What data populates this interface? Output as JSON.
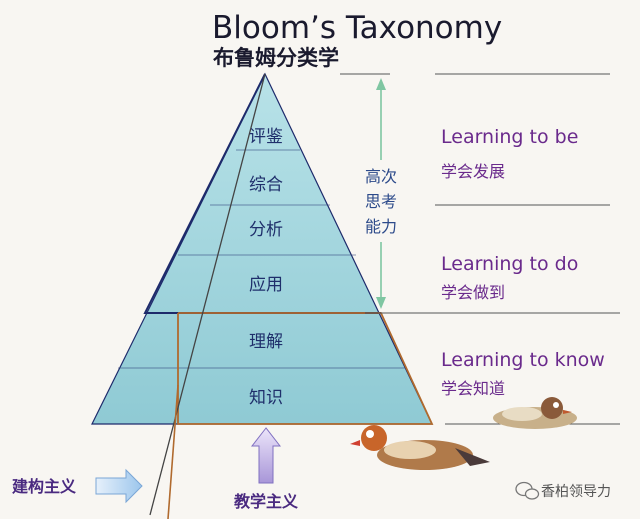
{
  "title": {
    "en": "Bloom’s Taxonomy",
    "zh": "布鲁姆分类学"
  },
  "levels_top_to_bottom": [
    "评鉴",
    "综合",
    "分析",
    "应用",
    "理解",
    "知识"
  ],
  "higher_order": {
    "lines": [
      "高次",
      "思考",
      "能力"
    ]
  },
  "pillars": [
    {
      "en": "Learning to be",
      "zh": "学会发展"
    },
    {
      "en": "Learning to do",
      "zh": "学会做到"
    },
    {
      "en": "Learning to know",
      "zh": "学会知道"
    }
  ],
  "bottom_labels": {
    "constructivism": "建构主义",
    "instructivism": "教学主义"
  },
  "watermark": "香柏领导力",
  "colors": {
    "pyramid_fill": "#9fd4dc",
    "pyramid_edge": "#1d2a6b",
    "orange_edge": "#b06a2e",
    "text_purple": "#6a2a8c",
    "arrow_fill": "#c8b7e8",
    "arrow_blue": "#b9d7f2",
    "arrow_green": "#7fc6a2"
  },
  "icons": [
    "up-arrow-icon",
    "right-arrow-icon",
    "double-arrow-icon",
    "duck-icon",
    "wechat-icon"
  ]
}
